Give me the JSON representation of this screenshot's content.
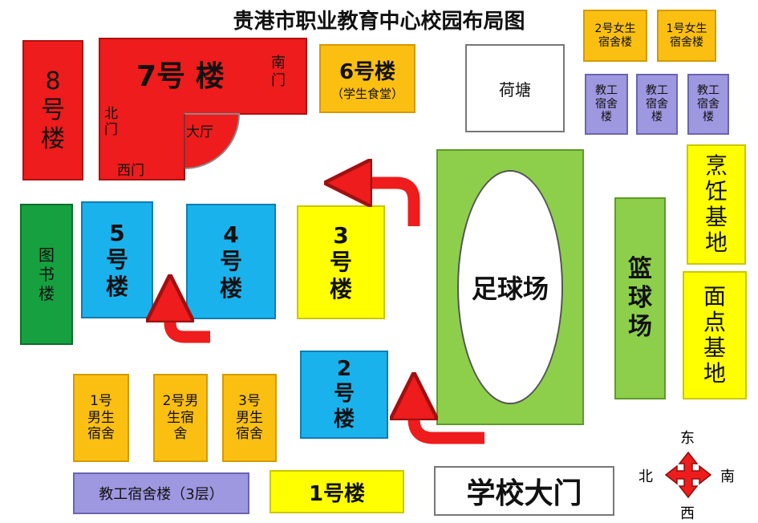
{
  "title": "贵港市职业教育中心校园布局图",
  "buildings": {
    "b8": "8\n号\n楼",
    "b7": "7号 楼",
    "b7_south_gate": "南\n门",
    "b7_north_gate": "北\n门",
    "b7_west_gate": "西门",
    "b7_hall": "大厅",
    "b6": "6号楼",
    "b6_sub": "（学生食堂）",
    "pond": "荷塘",
    "girls2": "2号女生\n宿舍楼",
    "girls1": "1号女生\n宿舍楼",
    "staff_a": "教工\n宿舍\n楼",
    "staff_b": "教工\n宿舍\n楼",
    "staff_c": "教工\n宿舍\n楼",
    "library": "图\n书\n楼",
    "b5": "5\n号\n楼",
    "b4": "4\n号\n楼",
    "b3": "3\n号\n楼",
    "b2": "2\n号\n楼",
    "football": "足球场",
    "basketball": "篮\n球\n场",
    "cooking": "烹\n饪\n基\n地",
    "pastry": "面\n点\n基\n地",
    "boys1": "1号\n男生\n宿舍",
    "boys2": "2号男\n生宿\n舍",
    "boys3": "3号\n男生\n宿舍",
    "staff_dorm": "教工宿舍楼（3层）",
    "b1": "1号楼",
    "main_gate": "学校大门"
  },
  "compass": {
    "east": "东",
    "north": "北",
    "south": "南",
    "west": "西"
  },
  "colors": {
    "red": "#ee1c1c",
    "orange": "#fbbf12",
    "yellow": "#ffff00",
    "blue": "#1ab2ec",
    "purple": "#9e98e0",
    "green": "#16a040",
    "light_green": "#8dcf4a",
    "arrow": "#ee1c1c"
  },
  "icons": {
    "arrow": "curved-arrow-icon",
    "compass": "compass-icon"
  }
}
